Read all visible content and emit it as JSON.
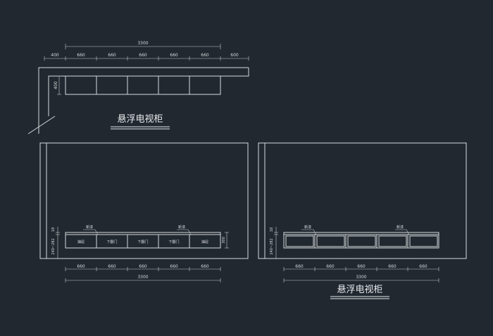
{
  "plan": {
    "total": "3300",
    "segments": [
      "400",
      "660",
      "660",
      "660",
      "660",
      "660",
      "600"
    ],
    "depth": "400",
    "title": "悬浮电视柜"
  },
  "elevation_left": {
    "height_top": "18",
    "height_bottom": "240~282",
    "right_height": "300",
    "annotations": [
      "新漆",
      "新漆"
    ],
    "cells": [
      "抽屉",
      "下翻门",
      "下翻门",
      "下翻门",
      "抽屉"
    ],
    "segments": [
      "660",
      "660",
      "660",
      "660",
      "660"
    ],
    "total": "3300"
  },
  "elevation_right": {
    "height_top": "18",
    "height_bottom": "240~282",
    "annotations": [
      "新漆",
      "新漆"
    ],
    "segments": [
      "660",
      "660",
      "660",
      "660",
      "660"
    ],
    "total": "3300",
    "title": "悬浮电视柜"
  }
}
